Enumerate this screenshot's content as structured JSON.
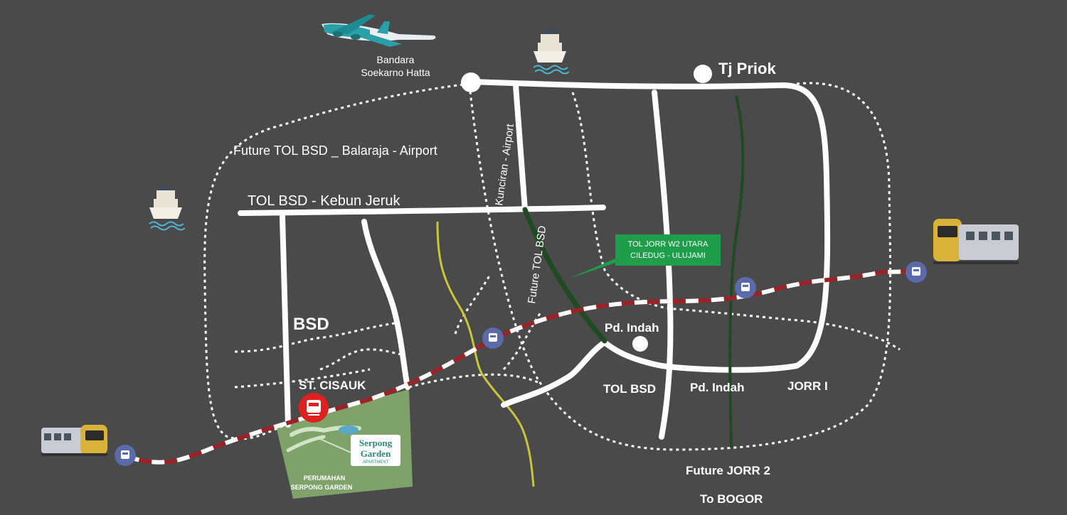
{
  "map": {
    "airport_label_line1": "Bandara",
    "airport_label_line2": "Soekarno Hatta",
    "port_label": "Tj Priok",
    "future_toll_airport": "Future TOL BSD _ Balaraja - Airport",
    "toll_bsd_kebun_jeruk": "TOL BSD - Kebun Jeruk",
    "kunciran_airport": "Kunciran - Airport",
    "future_toll_bsd": "Future TOL BSD",
    "callout_line1": "TOL JORR W2 UTARA",
    "callout_line2": "CILEDUG - ULUJAMI",
    "callout_color": "#1e9e4a",
    "district_bsd": "BSD",
    "station_cisauk": "ST. CISAUK",
    "pondok_indah_top": "Pd. Indah",
    "toll_bsd_bottom": "TOL BSD",
    "pondok_indah_bottom": "Pd. Indah",
    "jorr_1": "JORR I",
    "future_jorr_2": "Future JORR 2",
    "to_bogor": "To BOGOR",
    "serpong_logo_line1": "Serpong",
    "serpong_logo_line2": "Garden",
    "serpong_logo_line3": "APARTMENT",
    "housing_line1": "PERUMAHAN",
    "housing_line2": "SERPONG GARDEN",
    "colors": {
      "background": "#4a4a4a",
      "road": "#ffffff",
      "rail_red": "#9b2226",
      "green_toll": "#1f4a22",
      "yellow_road": "#c9c63a",
      "estate": "#7fa26a",
      "station_blue": "#5b6aa8",
      "station_red": "#e02020"
    },
    "icons": [
      "airplane-icon",
      "ship-icon",
      "train-icon",
      "train-station-icon"
    ]
  }
}
